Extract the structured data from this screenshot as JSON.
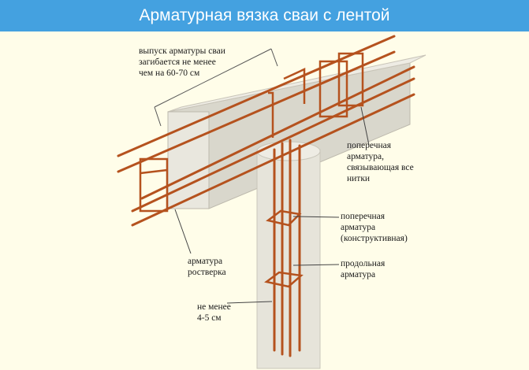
{
  "header": {
    "title": "Арматурная вязка сваи с лентой",
    "background": "#44a1e0"
  },
  "diagram": {
    "background": "#fffde9",
    "concrete_color": "#e6e4da",
    "rebar_color": "#b5521e",
    "labels": {
      "pile_outlet": [
        "выпуск арматуры сваи",
        "загибается не менее",
        "чем на 60-70 см"
      ],
      "transverse_all": [
        "поперечная",
        "арматура,",
        "связывающая все",
        "нитки"
      ],
      "transverse_constructive": [
        "поперечная",
        "арматура",
        "(конструктивная)"
      ],
      "longitudinal": [
        "продольная",
        "арматура"
      ],
      "grillage": [
        "арматура",
        "ростверка"
      ],
      "cover": [
        "не менее",
        "4-5 см"
      ]
    }
  }
}
